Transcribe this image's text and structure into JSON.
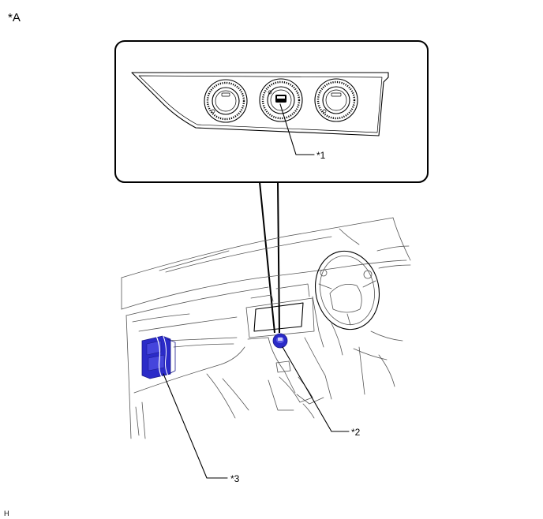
{
  "view_label": "*A",
  "callouts": [
    {
      "id": "1",
      "text": "*1"
    },
    {
      "id": "2",
      "text": "*2"
    },
    {
      "id": "3",
      "text": "*3"
    }
  ],
  "corner_code": "H",
  "colors": {
    "line": "#000000",
    "highlight": "#2b2bc8",
    "highlight_dark": "#1a1a8a",
    "background": "#ffffff"
  },
  "icons": [
    "heater-control-knob-icon",
    "ac-amplifier-module-icon",
    "steering-wheel-icon"
  ]
}
